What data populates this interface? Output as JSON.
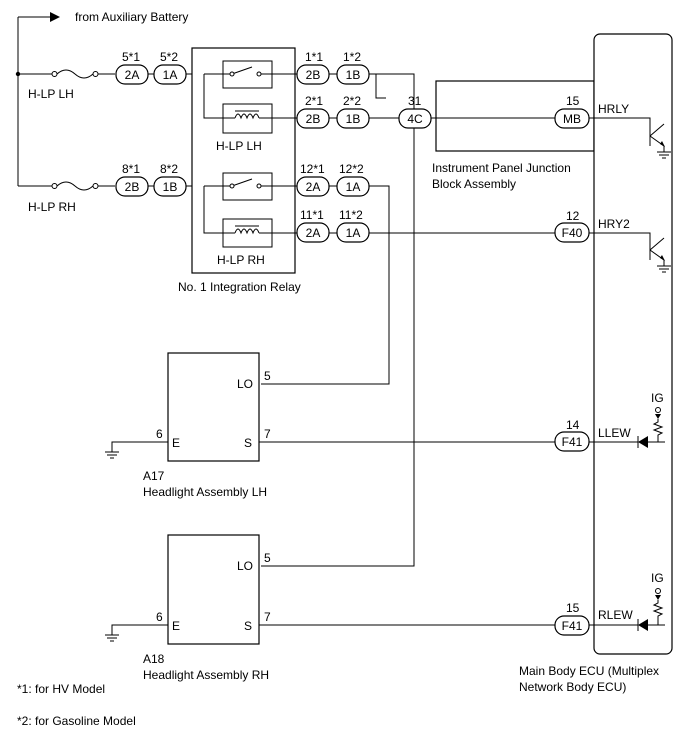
{
  "supply": {
    "label": "from Auxiliary Battery"
  },
  "fuses": {
    "lh": "H-LP LH",
    "rh": "H-LP RH"
  },
  "relay": {
    "name": "No. 1 Integration Relay",
    "lh": "H-LP LH",
    "rh": "H-LP RH"
  },
  "connectors": {
    "c2A_in": "2A",
    "c1A_in": "1A",
    "c2B_in": "2B",
    "c1B_in": "1B",
    "lh_sw_a": "2B",
    "lh_sw_b": "1B",
    "lh_coil_a": "2B",
    "lh_coil_b": "1B",
    "rh_sw_a": "2A",
    "rh_sw_b": "1A",
    "rh_coil_a": "2A",
    "rh_coil_b": "1A",
    "jb": "4C",
    "ecu_mb": "MB",
    "ecu_f40": "F40",
    "ecu_f41a": "F41",
    "ecu_f41b": "F41"
  },
  "pins": {
    "p5s1": "5*1",
    "p5s2": "5*2",
    "p8s1": "8*1",
    "p8s2": "8*2",
    "p1s1": "1*1",
    "p1s2": "1*2",
    "p2s1": "2*1",
    "p2s2": "2*2",
    "p12s1": "12*1",
    "p12s2": "12*2",
    "p11s1": "11*1",
    "p11s2": "11*2",
    "p31": "31",
    "p15a": "15",
    "p12": "12",
    "p14": "14",
    "p15b": "15",
    "h17_5": "5",
    "h17_6": "6",
    "h17_7": "7",
    "h18_5": "5",
    "h18_6": "6",
    "h18_7": "7"
  },
  "junction_block": {
    "line1": "Instrument Panel Junction",
    "line2": "Block Assembly"
  },
  "ecu": {
    "line1": "Main Body ECU (Multiplex",
    "line2": "Network Body ECU)",
    "sig_hrly": "HRLY",
    "sig_hry2": "HRY2",
    "sig_llew": "LLEW",
    "sig_rlew": "RLEW",
    "ig1": "IG",
    "ig2": "IG"
  },
  "headlights": {
    "lh": {
      "code": "A17",
      "name": "Headlight Assembly LH",
      "lo": "LO",
      "e": "E",
      "s": "S"
    },
    "rh": {
      "code": "A18",
      "name": "Headlight Assembly RH",
      "lo": "LO",
      "e": "E",
      "s": "S"
    }
  },
  "notes": {
    "n1": "*1: for HV Model",
    "n2": "*2: for Gasoline Model"
  }
}
